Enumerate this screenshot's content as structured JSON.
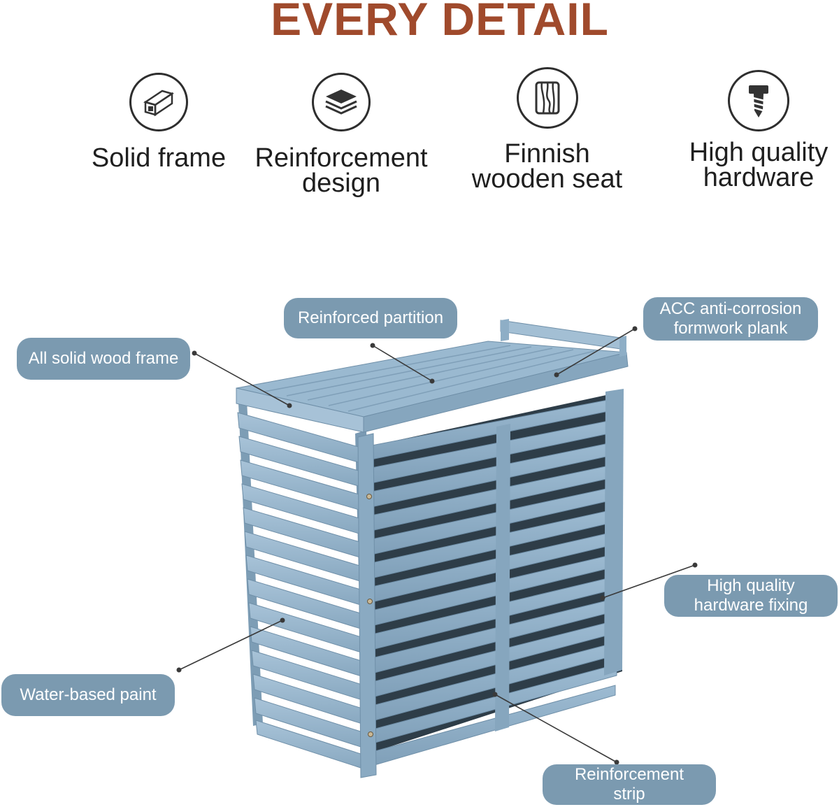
{
  "header": {
    "title": "EVERY DETAIL"
  },
  "features": [
    {
      "icon": "wood-beam-icon",
      "label": "Solid frame"
    },
    {
      "icon": "layers-icon",
      "label": "Reinforcement\ndesign"
    },
    {
      "icon": "wood-grain-icon",
      "label": "Finnish\nwooden seat"
    },
    {
      "icon": "screw-icon",
      "label": "High quality\nhardware"
    }
  ],
  "callouts": {
    "reinforced_partition": "Reinforced partition",
    "acc_plank": "ACC anti-corrosion\nformwork plank",
    "solid_wood_frame": "All solid wood frame",
    "hardware_fixing": "High quality\nhardware fixing",
    "water_paint": "Water-based paint",
    "reinforcement_strip": "Reinforcement\nstrip"
  },
  "colors": {
    "title": "#a04a2c",
    "callout_bg": "#7b9ab0",
    "wood": "#8fb0c8"
  }
}
